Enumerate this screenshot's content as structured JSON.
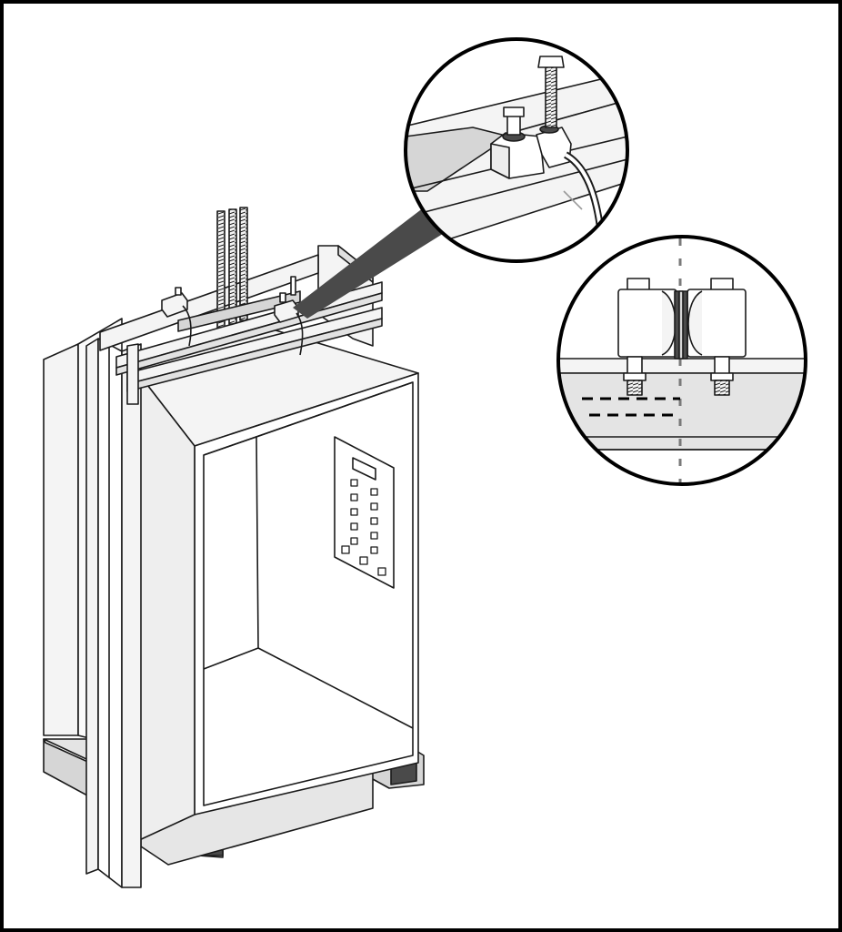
{
  "diagram": {
    "subject": "elevator-car-installation",
    "detail_callouts": [
      "crosshead-clamp-detail",
      "rail-joint-detail"
    ]
  },
  "colors": {
    "line": "#1a1a1a",
    "light_fill": "#f4f4f4",
    "mid_fill": "#d6d6d6",
    "dark_fill": "#4a4a4a",
    "background": "#ffffff"
  }
}
